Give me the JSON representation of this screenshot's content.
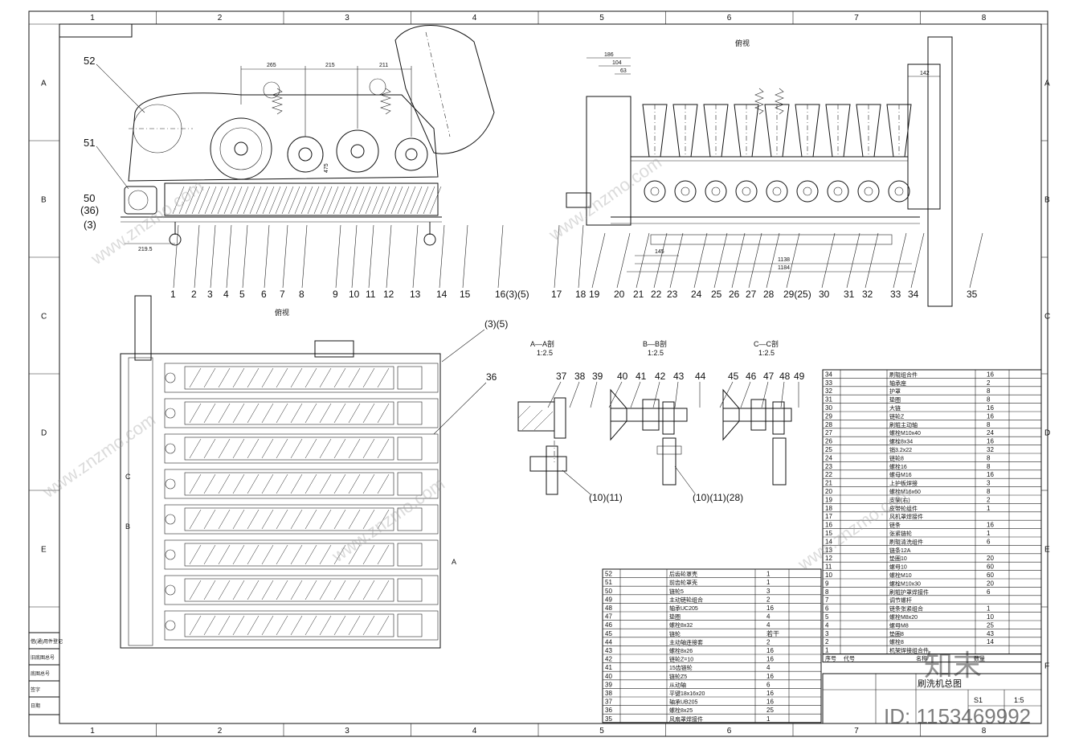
{
  "grid": {
    "columns": [
      "1",
      "2",
      "3",
      "4",
      "5",
      "6",
      "7",
      "8"
    ],
    "rows": [
      "A",
      "B",
      "C",
      "D",
      "E",
      "F"
    ]
  },
  "side_view": {
    "labels_top": [
      "52",
      "51",
      "50",
      "(36)",
      "(3)"
    ],
    "dims": [
      "265",
      "215",
      "211",
      "219.5",
      "475"
    ],
    "callouts": [
      "1",
      "2",
      "3",
      "4",
      "5",
      "6",
      "7",
      "8",
      "9",
      "10",
      "11",
      "12",
      "13",
      "14",
      "15",
      "16(3)(5)",
      "17",
      "18"
    ]
  },
  "front_view": {
    "title": "俯视",
    "dims": [
      "186",
      "104",
      "63",
      "142",
      "145",
      "1138",
      "1184"
    ],
    "callouts": [
      "19",
      "20",
      "21",
      "22",
      "23",
      "24",
      "25",
      "26",
      "27",
      "28",
      "29(25)",
      "30",
      "31",
      "32",
      "33",
      "34",
      "35"
    ]
  },
  "plan_view": {
    "title": "俯视",
    "callouts": [
      "(3)(5)",
      "36"
    ],
    "section_marks": [
      "C",
      "B",
      "A"
    ]
  },
  "sections": [
    {
      "title": "A—A剖",
      "scale": "1:2.5",
      "callouts": [
        "37",
        "38",
        "39"
      ],
      "ref": "(10)(11)"
    },
    {
      "title": "B—B剖",
      "scale": "1:2.5",
      "callouts": [
        "40",
        "41",
        "42",
        "43",
        "44"
      ],
      "ref": "(10)(11)(28)"
    },
    {
      "title": "C—C剖",
      "scale": "1:2.5",
      "callouts": [
        "45",
        "46",
        "47",
        "48",
        "49"
      ],
      "ref": ""
    }
  ],
  "bom_left": [
    {
      "no": "52",
      "name": "后齿轮罩壳",
      "qty": "1"
    },
    {
      "no": "51",
      "name": "前齿轮罩壳",
      "qty": "1"
    },
    {
      "no": "50",
      "name": "链轮5",
      "qty": "3"
    },
    {
      "no": "49",
      "name": "主动链轮组合",
      "qty": "2"
    },
    {
      "no": "48",
      "name": "轴承UC205",
      "qty": "16"
    },
    {
      "no": "47",
      "name": "垫圈",
      "qty": "4"
    },
    {
      "no": "46",
      "name": "螺栓8x32",
      "qty": "4"
    },
    {
      "no": "45",
      "name": "链轮",
      "qty": "若干"
    },
    {
      "no": "44",
      "name": "主动轴连接套",
      "qty": "2"
    },
    {
      "no": "43",
      "name": "螺栓8x26",
      "qty": "16"
    },
    {
      "no": "42",
      "name": "链轮Z=10",
      "qty": "16"
    },
    {
      "no": "41",
      "name": "15齿链轮",
      "qty": "4"
    },
    {
      "no": "40",
      "name": "链轮Z5",
      "qty": "16"
    },
    {
      "no": "39",
      "name": "从动轴",
      "qty": "6"
    },
    {
      "no": "38",
      "name": "平键18x16x20",
      "qty": "16"
    },
    {
      "no": "37",
      "name": "轴承UB205",
      "qty": "16"
    },
    {
      "no": "36",
      "name": "螺栓8x25",
      "qty": "25"
    },
    {
      "no": "35",
      "name": "风扇罩焊接件",
      "qty": "1"
    }
  ],
  "bom_right": [
    {
      "no": "34",
      "name": "刷辊组合件",
      "qty": "16"
    },
    {
      "no": "33",
      "name": "轴承座",
      "qty": "2"
    },
    {
      "no": "32",
      "name": "护罩",
      "qty": "8"
    },
    {
      "no": "31",
      "name": "垫圈",
      "qty": "8"
    },
    {
      "no": "30",
      "name": "大链",
      "qty": "16"
    },
    {
      "no": "29",
      "name": "链轮Z",
      "qty": "16"
    },
    {
      "no": "28",
      "name": "刷辊主动轴",
      "qty": "8"
    },
    {
      "no": "27",
      "name": "螺栓M10x40",
      "qty": "24"
    },
    {
      "no": "26",
      "name": "螺栓8x34",
      "qty": "16"
    },
    {
      "no": "25",
      "name": "销3.2x22",
      "qty": "32"
    },
    {
      "no": "24",
      "name": "链轮8",
      "qty": "8"
    },
    {
      "no": "23",
      "name": "螺栓16",
      "qty": "8"
    },
    {
      "no": "22",
      "name": "螺母M16",
      "qty": "16"
    },
    {
      "no": "21",
      "name": "上护板焊接",
      "qty": "3"
    },
    {
      "no": "20",
      "name": "螺栓M16x60",
      "qty": "8"
    },
    {
      "no": "19",
      "name": "支架(右)",
      "qty": "2"
    },
    {
      "no": "18",
      "name": "皮带轮组件",
      "qty": "1"
    },
    {
      "no": "17",
      "name": "风机罩焊接件",
      "qty": ""
    },
    {
      "no": "16",
      "name": "链条",
      "qty": "16"
    },
    {
      "no": "15",
      "name": "张紧链轮",
      "qty": "1"
    },
    {
      "no": "14",
      "name": "刷辊清洗组件",
      "qty": "6"
    },
    {
      "no": "13",
      "name": "链条12A",
      "qty": ""
    },
    {
      "no": "12",
      "name": "垫圈10",
      "qty": "20"
    },
    {
      "no": "11",
      "name": "螺母10",
      "qty": "60"
    },
    {
      "no": "10",
      "name": "螺栓M10",
      "qty": "60"
    },
    {
      "no": "9",
      "name": "螺栓M10x30",
      "qty": "20"
    },
    {
      "no": "8",
      "name": "刷辊护罩焊接件",
      "qty": "6"
    },
    {
      "no": "7",
      "name": "调节螺杆",
      "qty": ""
    },
    {
      "no": "6",
      "name": "链条张紧组合",
      "qty": "1"
    },
    {
      "no": "5",
      "name": "螺栓M8x20",
      "qty": "10"
    },
    {
      "no": "4",
      "name": "螺母M8",
      "qty": "25"
    },
    {
      "no": "3",
      "name": "垫圈8",
      "qty": "43"
    },
    {
      "no": "2",
      "name": "螺栓8",
      "qty": "14"
    },
    {
      "no": "1",
      "name": "机架焊接组合件",
      "qty": ""
    }
  ],
  "bom_header": {
    "no": "序号",
    "code": "代号",
    "name": "名称",
    "qty": "数量"
  },
  "title_block": {
    "drawing_name": "刷洗机总图",
    "scale": "1:5",
    "sheet": "S1"
  },
  "left_margin_labels": [
    "借(通)用件登记",
    "旧底图总号",
    "底图总号",
    "签字",
    "日期"
  ],
  "watermark": {
    "logo": "知末",
    "id": "ID: 1153469992",
    "site": "www.znzmo.com"
  },
  "colors": {
    "ink": "#111111",
    "paper": "#ffffff",
    "watermark": "#9a9a9a"
  }
}
